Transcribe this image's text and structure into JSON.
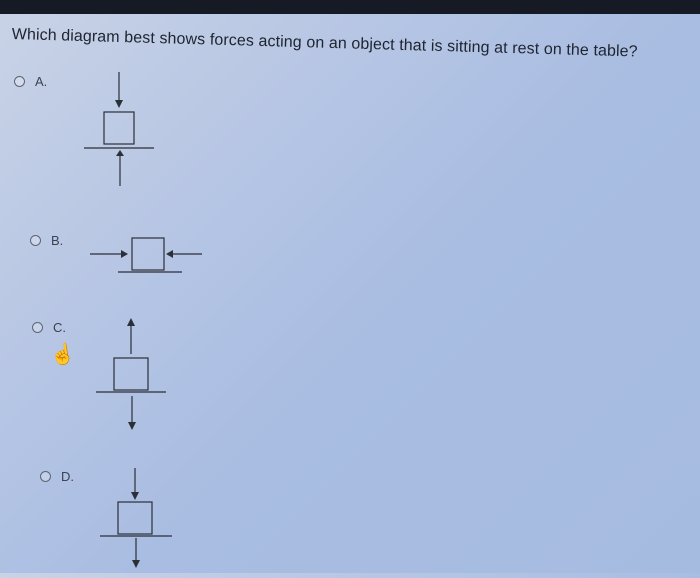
{
  "question": {
    "text": "Which diagram best shows forces acting on an object that is sitting at rest on the table?"
  },
  "options": [
    {
      "letter": "A."
    },
    {
      "letter": "B."
    },
    {
      "letter": "C."
    },
    {
      "letter": "D."
    }
  ],
  "cursor": {
    "icon": "hand-pointer-icon"
  },
  "colors": {
    "top_bar": "#151a24",
    "text": "#1e2430",
    "diagram_stroke": "#2b2f38"
  }
}
